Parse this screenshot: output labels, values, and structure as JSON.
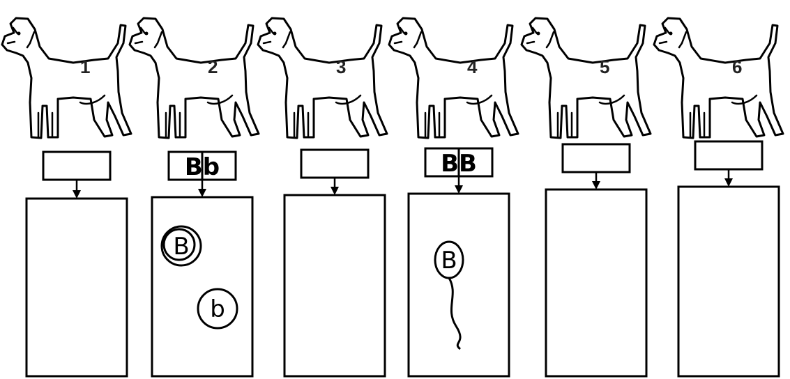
{
  "panels": [
    {
      "number": "1",
      "genotype": "",
      "gametes": []
    },
    {
      "number": "2",
      "genotype": "Bb",
      "gametes": [
        {
          "letter": "B",
          "kind": "egg"
        },
        {
          "letter": "b",
          "kind": "egg"
        }
      ]
    },
    {
      "number": "3",
      "genotype": "",
      "gametes": []
    },
    {
      "number": "4",
      "genotype": "BB",
      "gametes": [
        {
          "letter": "B",
          "kind": "sperm"
        }
      ]
    },
    {
      "number": "5",
      "genotype": "",
      "gametes": []
    },
    {
      "number": "6",
      "genotype": "",
      "gametes": []
    }
  ]
}
